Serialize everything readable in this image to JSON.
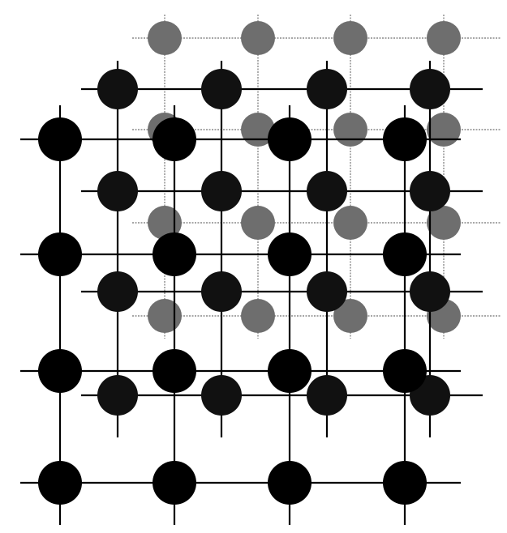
{
  "figure": {
    "background": "#ffffff",
    "layers": [
      {
        "name": "back",
        "rows": 4,
        "cols": 4,
        "atom_color": "#6e6e6e",
        "line_color": "#8a8a8a",
        "line_style": "thin dotted"
      },
      {
        "name": "middle",
        "rows": 4,
        "cols": 4,
        "atom_color": "#111111",
        "line_color": "#000000",
        "line_style": "solid"
      },
      {
        "name": "front",
        "rows": 4,
        "cols": 4,
        "atom_color": "#000000",
        "line_color": "#000000",
        "line_style": "solid"
      }
    ]
  }
}
